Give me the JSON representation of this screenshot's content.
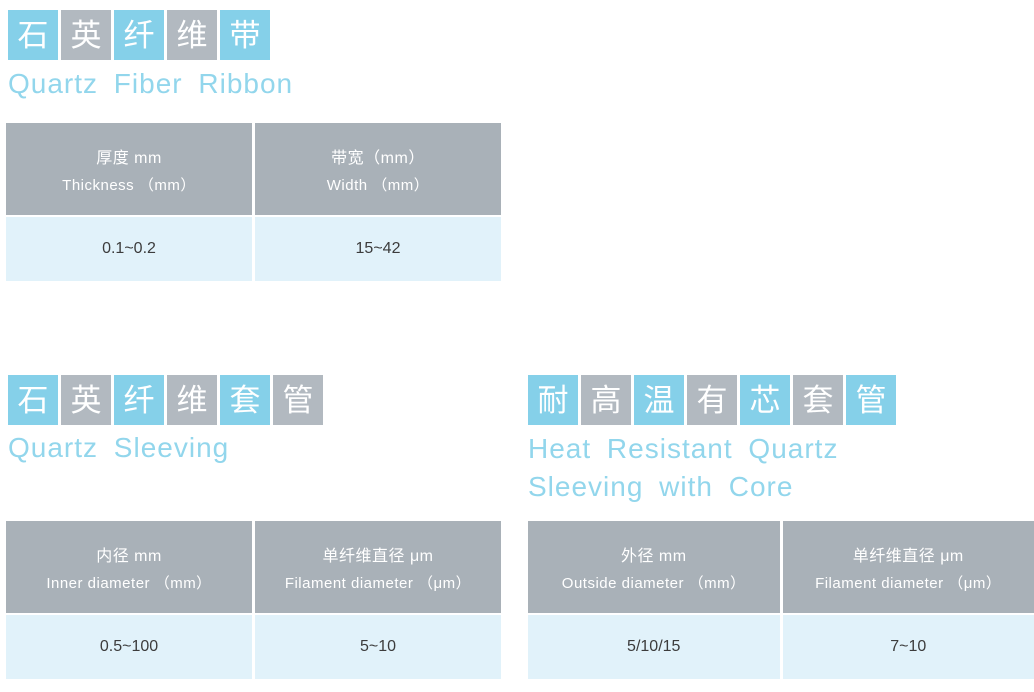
{
  "colors": {
    "box_blue": "#85d0e9",
    "box_gray": "#b2b9c0",
    "title_blue": "#92d6ec",
    "header_bg": "#a9b1b8",
    "header_text": "#ffffff",
    "row_bg": "#e1f2fa",
    "row_text": "#3c3c3c"
  },
  "sections": {
    "ribbon": {
      "chars": [
        "石",
        "英",
        "纤",
        "维",
        "带"
      ],
      "title_en": "Quartz Fiber Ribbon",
      "table": {
        "columns": [
          {
            "zh": "厚度 mm",
            "en": "Thickness （mm）",
            "value": "0.1~0.2"
          },
          {
            "zh": "带宽（mm）",
            "en": "Width （mm）",
            "value": "15~42"
          }
        ]
      }
    },
    "sleeving": {
      "chars": [
        "石",
        "英",
        "纤",
        "维",
        "套",
        "管"
      ],
      "title_en": "Quartz Sleeving",
      "table": {
        "columns": [
          {
            "zh": "内径 mm",
            "en": "Inner diameter （mm）",
            "value": "0.5~100"
          },
          {
            "zh": "单纤维直径 μm",
            "en": "Filament diameter （μm）",
            "value": "5~10"
          }
        ]
      }
    },
    "heat_resistant": {
      "chars": [
        "耐",
        "高",
        "温",
        "有",
        "芯",
        "套",
        "管"
      ],
      "title_en_line1": "Heat Resistant Quartz",
      "title_en_line2": "Sleeving with Core",
      "table": {
        "columns": [
          {
            "zh": "外径 mm",
            "en": "Outside diameter （mm）",
            "value": "5/10/15"
          },
          {
            "zh": "单纤维直径 μm",
            "en": "Filament diameter （μm）",
            "value": "7~10"
          }
        ]
      }
    }
  }
}
